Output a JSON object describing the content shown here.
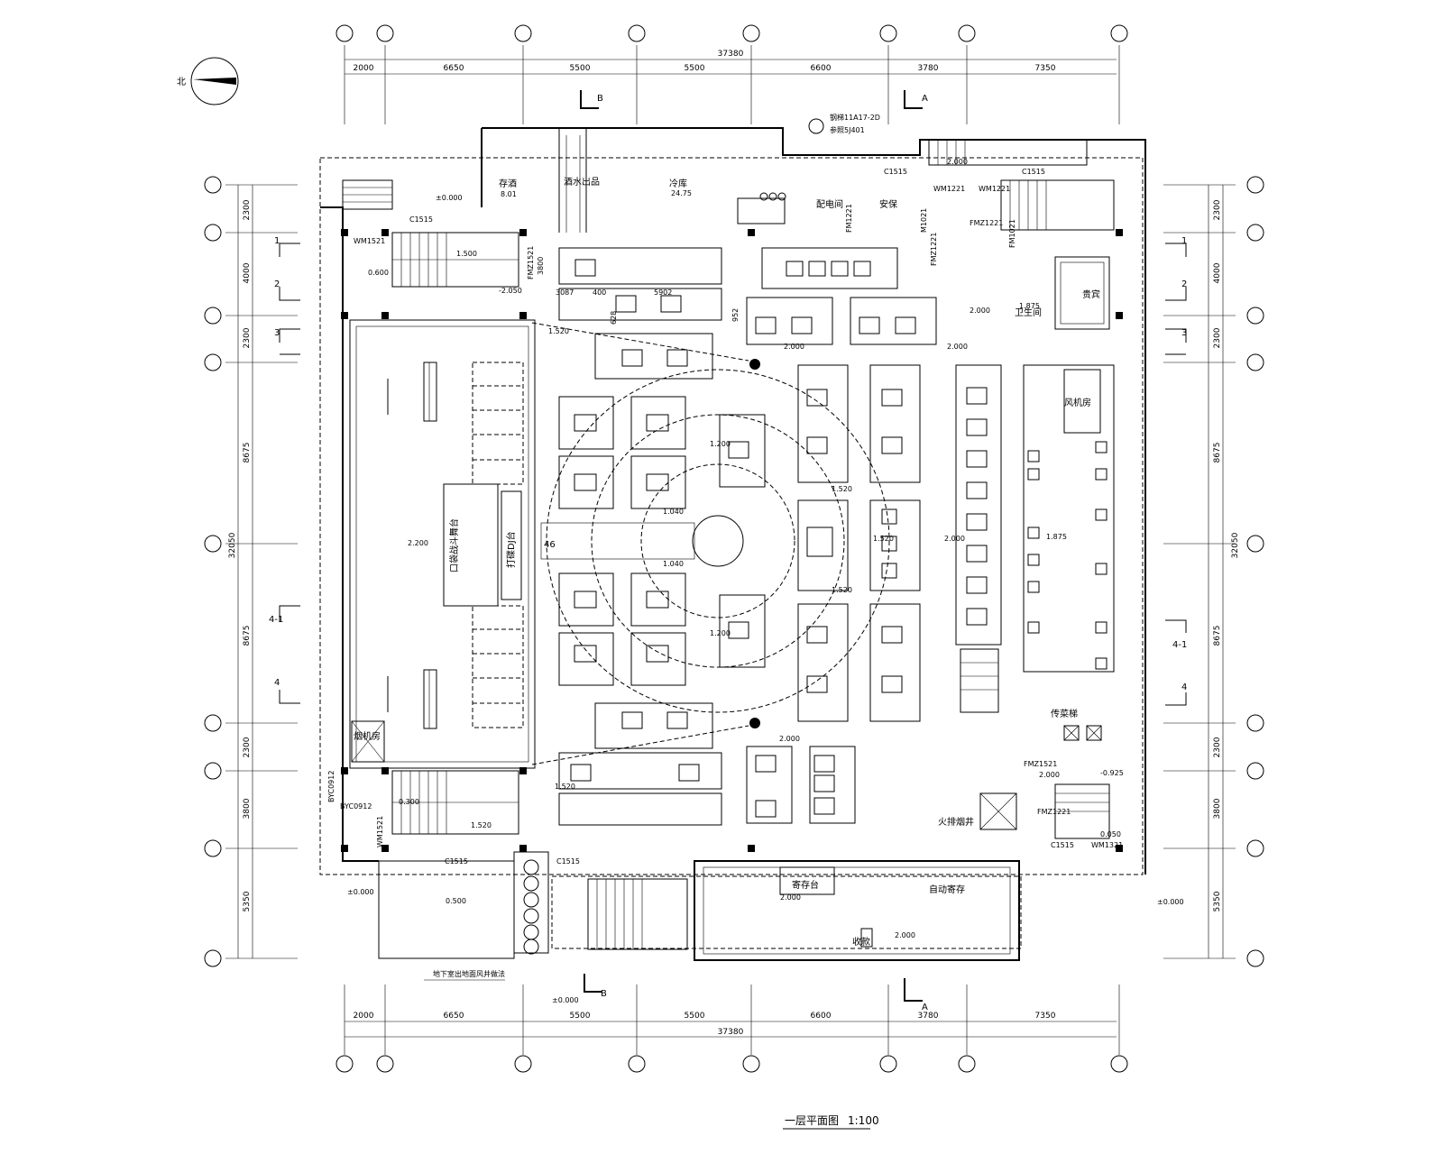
{
  "drawing": {
    "title": "一层平面图",
    "scale": "1:100",
    "north_label": "北"
  },
  "dimensions": {
    "top_total": "37380",
    "bottom_total": "37380",
    "horizontal_segments": [
      "2000",
      "6650",
      "5500",
      "5500",
      "6600",
      "3780",
      "7350"
    ],
    "left_total": "32050",
    "right_total": "32050",
    "vertical_segments": [
      "2300",
      "4000",
      "2300",
      "8675",
      "8675",
      "2300",
      "3800",
      "5350"
    ]
  },
  "rooms": [
    {
      "id": "storage",
      "label": "存酒",
      "sub": "8.01"
    },
    {
      "id": "kitchen",
      "label": "冷库",
      "sub": "24.75"
    },
    {
      "id": "beverage",
      "label": "酒水出品"
    },
    {
      "id": "electric",
      "label": "配电间"
    },
    {
      "id": "security",
      "label": "安保"
    },
    {
      "id": "stage",
      "label": "口袋战斗舞台"
    },
    {
      "id": "dj",
      "label": "打碟DJ台"
    },
    {
      "id": "trans",
      "label": "传菜梯"
    },
    {
      "id": "ticket",
      "label": "自动寄存"
    },
    {
      "id": "reception",
      "label": "寄存台"
    },
    {
      "id": "cashier",
      "label": "收款"
    },
    {
      "id": "smoke",
      "label": "烟机房"
    },
    {
      "id": "toilet",
      "label": "卫生间"
    },
    {
      "id": "vip",
      "label": "贵宾"
    },
    {
      "id": "fan",
      "label": "风机房"
    },
    {
      "id": "exhaust",
      "label": "火排烟井"
    }
  ],
  "labels": {
    "count_46": "46",
    "wm1521_a": "WM1521",
    "wm1521_b": "WM1521",
    "wm1221_a": "WM1221",
    "wm1221_b": "WM1221",
    "c1515_a": "C1515",
    "c1515_b": "C1515",
    "c1515_c": "C1515",
    "c1515_d": "C1515",
    "c1515_e": "C1515",
    "c1515_f": "C1515",
    "fmz1521": "FMZ1521",
    "fm1221": "FM1221",
    "m1021": "M1021",
    "fmz1221_a": "FMZ1221",
    "fmz1221_b": "FMZ1221",
    "fm1521_b": "FMZ1521",
    "fmz1221_c": "FMZ1221",
    "wm1321": "WM1321",
    "byc0912_a": "BYC0912",
    "byc0912_b": "BYC0912",
    "fm1021": "FM1021",
    "ref_note": "钢梯11A17-2D",
    "ref_note2": "参照5J401",
    "d3087": "3087",
    "d400": "400",
    "d5902": "5902",
    "d3800": "3800",
    "d628": "628",
    "d952": "952",
    "note_bottom": "地下室出地面风井做法"
  },
  "levels": [
    "±0.000",
    "1.500",
    "0.600",
    "-2.050",
    "1.520",
    "2.000",
    "2.000",
    "1.875",
    "2.000",
    "1.200",
    "1.040",
    "1.520",
    "1.520",
    "1.040",
    "1.200",
    "1.520",
    "2.000",
    "2.000",
    "1.520",
    "0.300",
    "1.520",
    "0.500",
    "2.000",
    "2.000",
    "±0.000",
    "±0.000",
    "-0.925",
    "2.000",
    "2.000",
    "0.050",
    "2.200",
    "1.875",
    "±0.000"
  ],
  "section_marks": {
    "A": "A",
    "B": "B",
    "m1": "1",
    "m2": "2",
    "m3": "3",
    "m41": "4-1",
    "m4": "4"
  }
}
